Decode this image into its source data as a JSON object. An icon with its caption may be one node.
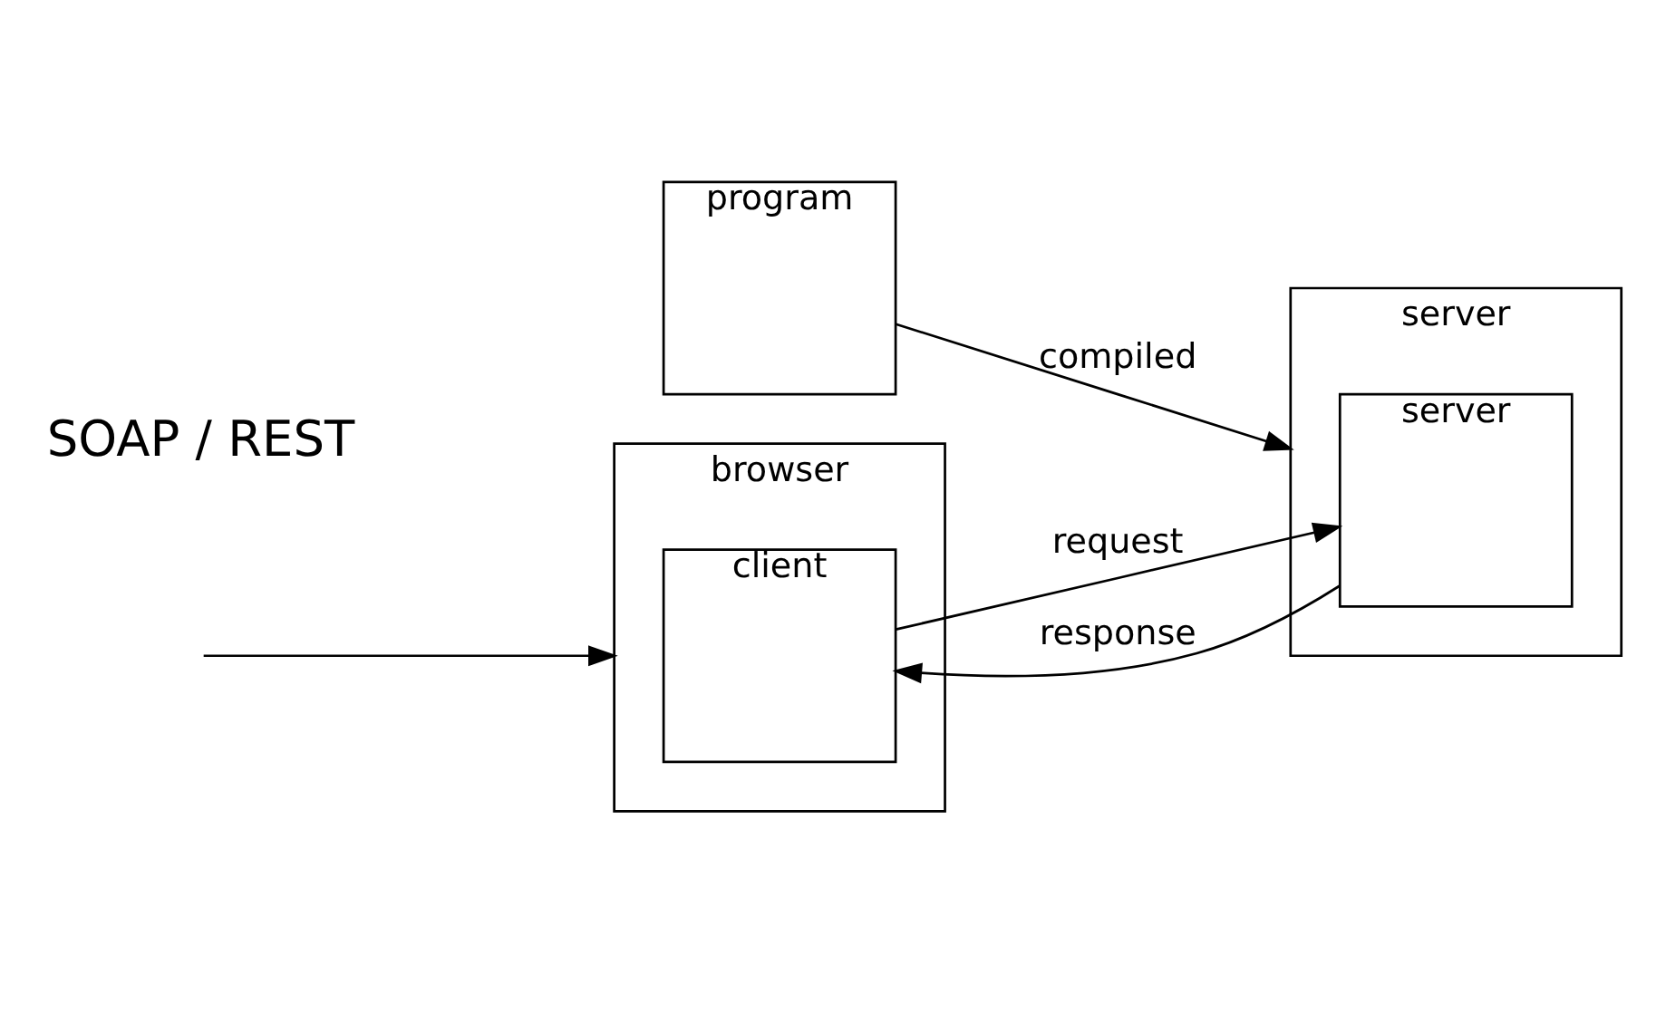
{
  "diagram": {
    "nodes": [
      {
        "text": [
          "browser"
        ]
      },
      {
        "text": [
          "client"
        ],
        "in": 0
      },
      {
        "text": [
          "server"
        ]
      },
      {
        "text": [
          "server"
        ],
        "in": 2
      },
      {
        "text": [
          "program"
        ]
      }
    ],
    "edges": [
      {
        "from": 1,
        "to": 3,
        "arrow": "to",
        "label": "request"
      },
      {
        "from": 3,
        "to": 1,
        "arrow": "to",
        "label": "response"
      },
      {
        "from": 4,
        "to": 2,
        "arrow": "to",
        "label": "compiled"
      },
      {
        "from": null,
        "to": 0,
        "arrow": "to"
      }
    ],
    "labels": [
      "SOAP / REST"
    ]
  }
}
